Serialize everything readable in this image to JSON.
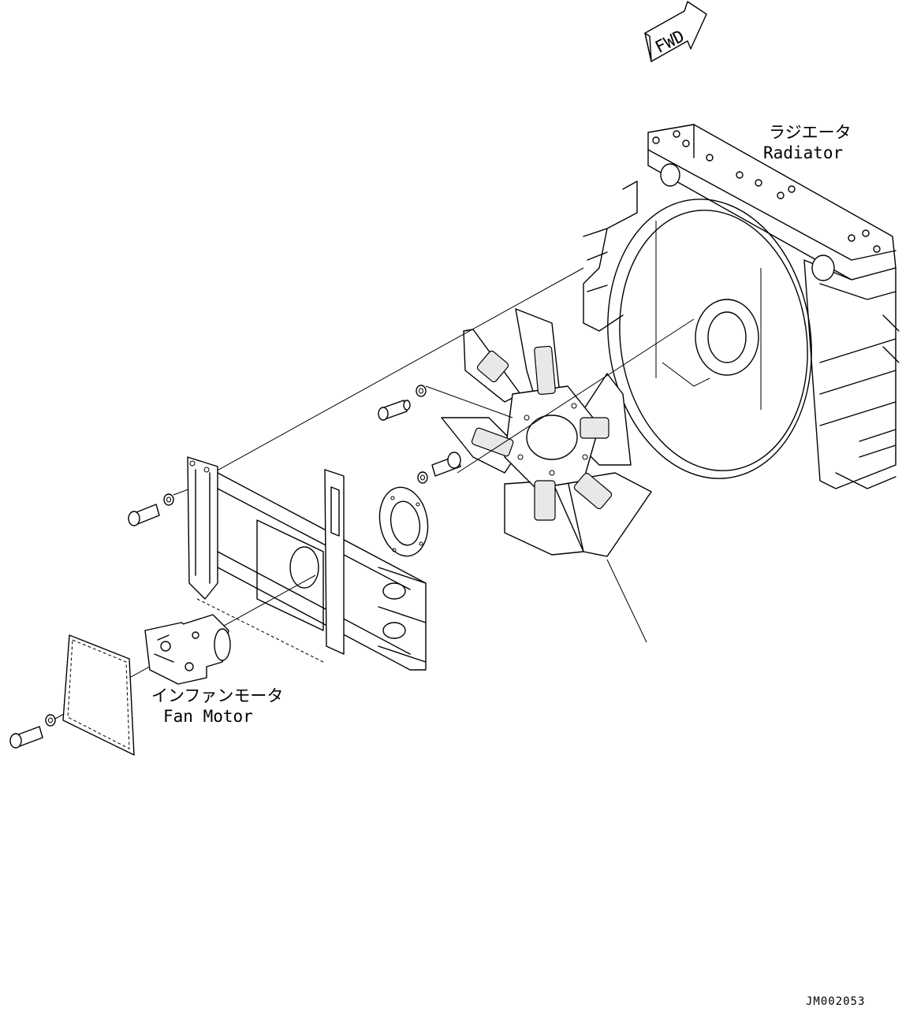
{
  "fwd_badge": {
    "text": "FWD"
  },
  "labels": {
    "radiator_jp": "ラジエータ",
    "radiator_en": "Radiator",
    "fan_motor_jp": "インファンモータ",
    "fan_motor_en": "Fan Motor"
  },
  "drawing_code": "JM002053"
}
